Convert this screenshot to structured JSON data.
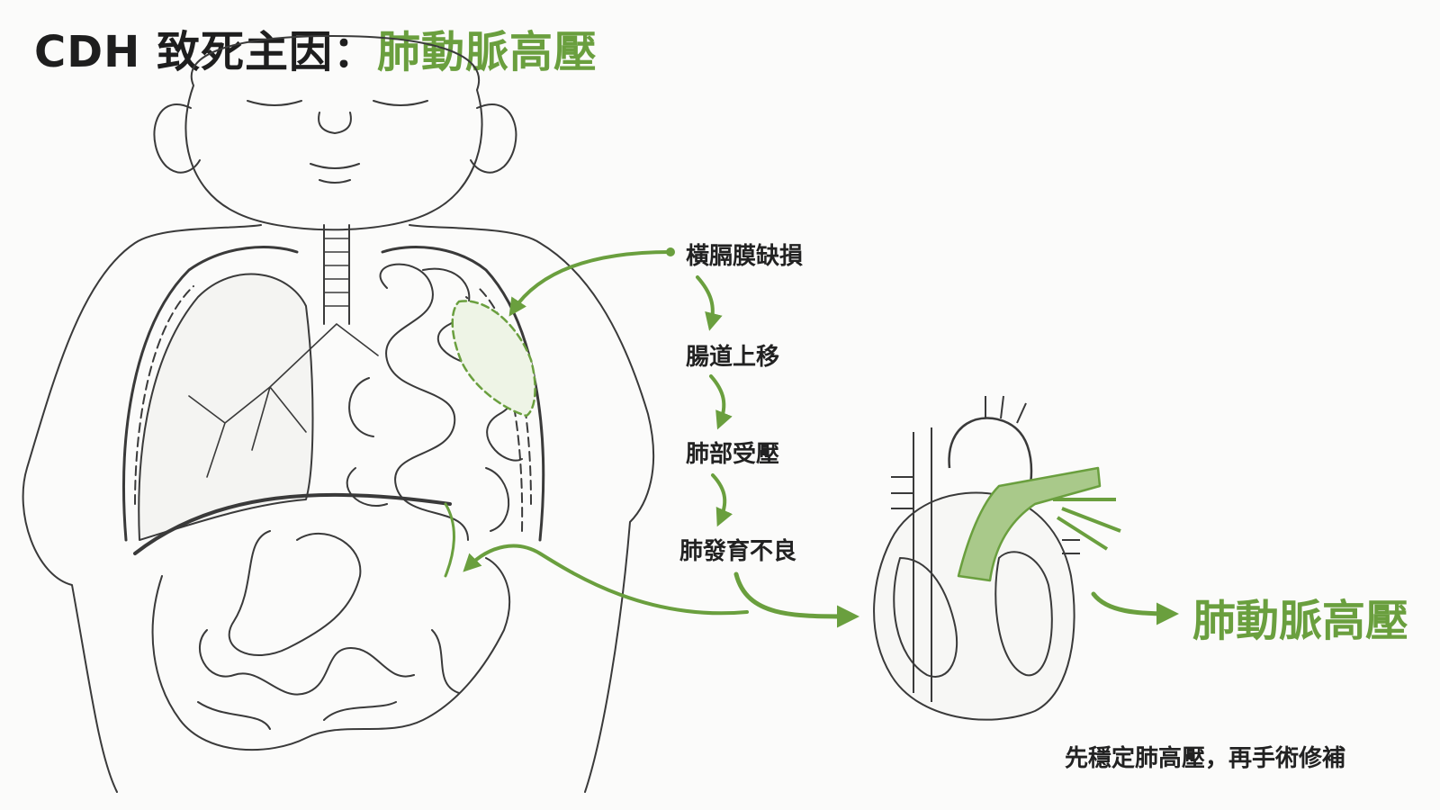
{
  "title": {
    "main": "CDH 致死主因：",
    "accent": "肺動脈高壓"
  },
  "flow": {
    "steps": [
      "橫膈膜缺損",
      "腸道上移",
      "肺部受壓",
      "肺發育不良"
    ],
    "result": "肺動脈高壓"
  },
  "note": "先穩定肺高壓，再手術修補",
  "colors": {
    "accent": "#6a9f3e",
    "text": "#1e1e1e",
    "line": "#3a3a3a"
  },
  "figures": [
    {
      "name": "infant-torso-illustration"
    },
    {
      "name": "heart-illustration"
    }
  ]
}
